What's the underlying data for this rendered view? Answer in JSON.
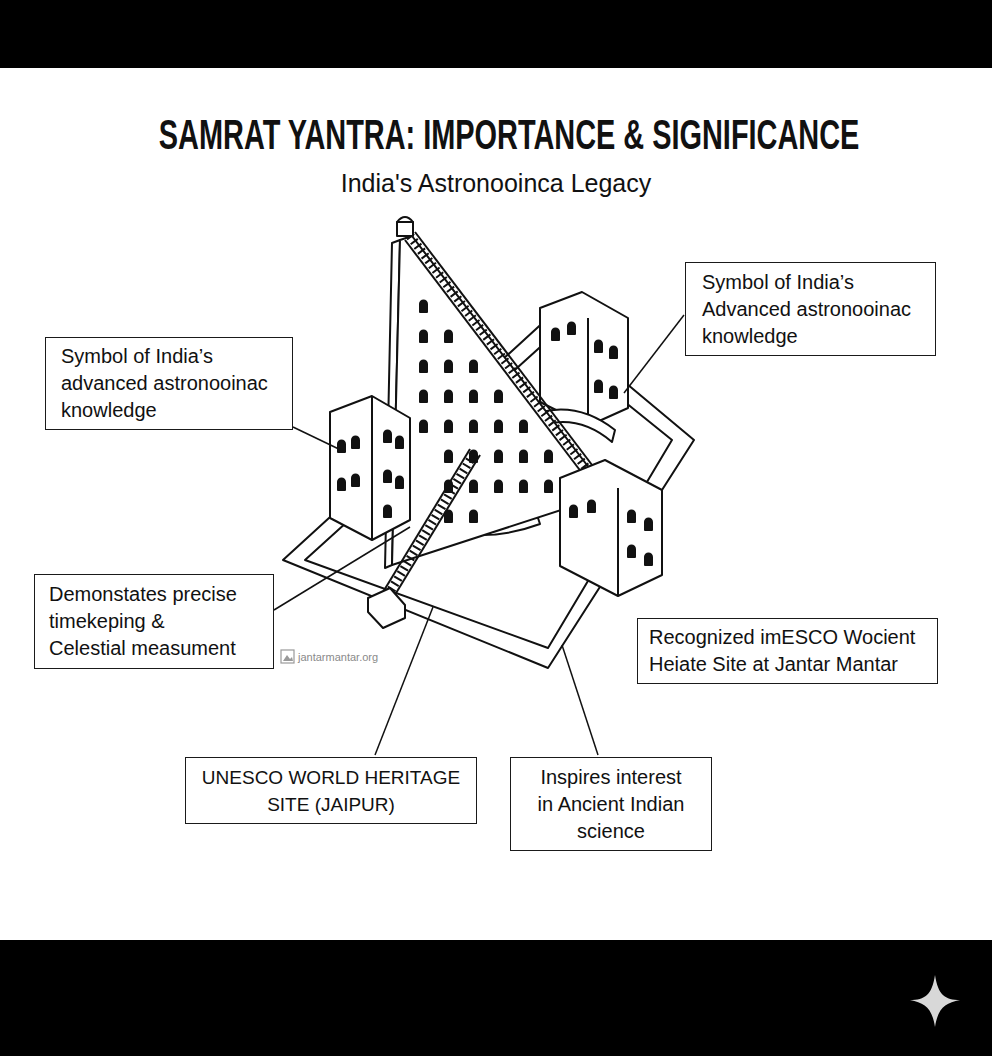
{
  "diagram": {
    "title": "SAMRAT YANTRA: IMPORTANCE & SIGNIFICANCE",
    "nodes": [
      {
        "text": [
          "Symbol of India’s Advanced astronooinac knowledge"
        ]
      },
      {
        "text": [
          "Symbol of India’s advanced astronooinac knowledge"
        ]
      },
      {
        "text": [
          "Demonstates precise timekeping & Celestial measument"
        ]
      },
      {
        "text": [
          "Recognized imESCO Wocient Heiate Site at Jantar Mantar"
        ]
      },
      {
        "text": [
          "UNESCO WORLD HERITAGE SITE (JAIPUR)"
        ]
      },
      {
        "text": [
          "Inspires interest in Ancient Indian science"
        ]
      }
    ],
    "labels": [
      "India's Astronooinca Legacy",
      "jantarmantar.org"
    ]
  }
}
